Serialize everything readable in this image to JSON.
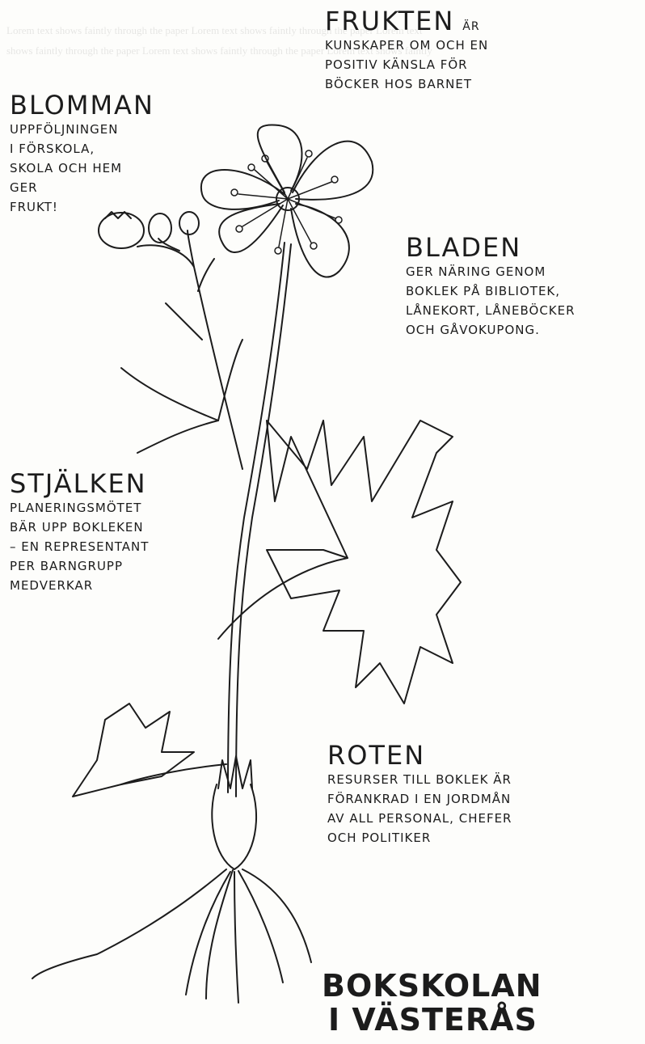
{
  "labels": {
    "frukten": {
      "heading": "FRUKTEN",
      "heading_suffix": "ÄR",
      "lines": [
        "KUNSKAPER OM OCH EN",
        "POSITIV KÄNSLA FÖR",
        "BÖCKER HOS BARNET"
      ]
    },
    "blomman": {
      "heading": "BLOMMAN",
      "lines": [
        "UPPFÖLJNINGEN",
        "I FÖRSKOLA,",
        "SKOLA OCH HEM",
        "GER",
        "FRUKT!"
      ]
    },
    "bladen": {
      "heading": "BLADEN",
      "lines": [
        "GER NÄRING GENOM",
        "BOKLEK PÅ BIBLIOTEK,",
        "LÅNEKORT, LÅNEBÖCKER",
        "OCH GÅVOKUPONG."
      ]
    },
    "stjalken": {
      "heading": "STJÄLKEN",
      "lines": [
        "PLANERINGSMÖTET",
        "BÄR UPP BOKLEKEN",
        "– EN REPRESENTANT",
        "PER BARNGRUPP",
        "MEDVERKAR"
      ]
    },
    "roten": {
      "heading": "ROTEN",
      "lines": [
        "RESURSER TILL BOKLEK ÄR",
        "FÖRANKRAD I EN JORDMÅN",
        "AV ALL PERSONAL, CHEFER",
        "OCH POLITIKER"
      ]
    }
  },
  "title": {
    "line1": "BOKSKOLAN",
    "line2": "I VÄSTERÅS"
  }
}
